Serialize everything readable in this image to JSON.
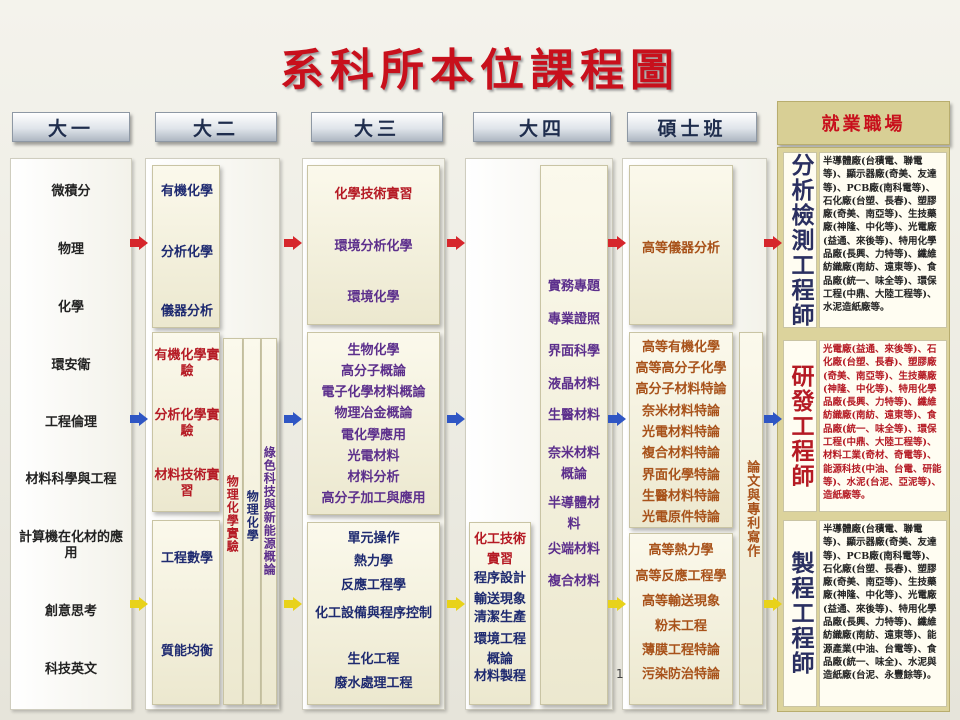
{
  "title": "系科所本位課程圖",
  "headers": {
    "y1": "大一",
    "y2": "大二",
    "y3": "大三",
    "y4": "大四",
    "master": "碩士班",
    "career": "就業職場"
  },
  "y1": [
    "微積分",
    "物理",
    "化學",
    "環安衛",
    "工程倫理",
    "材料科學與工程",
    "計算機在化材的應用",
    "創意思考",
    "科技英文"
  ],
  "y2": {
    "a": [
      "有機化學",
      "分析化學",
      "儀器分析"
    ],
    "b": [
      "有機化學實驗",
      "分析化學實驗",
      "材料技術實習"
    ],
    "c": [
      "工程數學",
      "質能均衡"
    ],
    "v1": "物理化學實驗",
    "v2": "物理化學",
    "v3": "綠色科技與新能源概論"
  },
  "y3": {
    "a": [
      "化學技術實習",
      "環境分析化學",
      "環境化學"
    ],
    "b": [
      "生物化學",
      "高分子概論",
      "電子化學材料概論",
      "物理冶金概論",
      "電化學應用",
      "光電材料",
      "材料分析",
      "高分子加工與應用"
    ],
    "c": [
      "單元操作",
      "熱力學",
      "反應工程學",
      "化工設備與程序控制",
      "生化工程",
      "廢水處理工程"
    ]
  },
  "y4": {
    "a": [
      "實務專題",
      "專業證照",
      "界面科學",
      "液晶材料",
      "生醫材料",
      "奈米材料概論",
      "半導體材料",
      "尖端材料",
      "複合材料"
    ],
    "c": [
      "化工技術實習",
      "程序設計",
      "輸送現象",
      "清潔生產",
      "環境工程概論",
      "材料製程"
    ]
  },
  "master": {
    "a": [
      "高等儀器分析"
    ],
    "b": [
      "高等有機化學",
      "高等高分子化學",
      "高分子材料特論",
      "奈米材料特論",
      "光電材料特論",
      "複合材料特論",
      "界面化學特論",
      "生醫材料特論",
      "光電原件特論"
    ],
    "c": [
      "高等熱力學",
      "高等反應工程學",
      "高等輸送現象",
      "粉末工程",
      "薄膜工程特論",
      "污染防治特論"
    ],
    "v": "論文與專利寫作"
  },
  "career": [
    {
      "title": "分析檢測工程師",
      "text": "半導體廠(台積電、聯電等)、顯示器廠(奇美、友達等)、PCB廠(南科電等)、石化廠(台塑、長春)、塑膠廠(奇美、南亞等)、生技藥廠(神隆、中化等)、光電廠(益通、來後等)、特用化學品廠(長興、力特等)、纖維紡織廠(南紡、遠東等)、食品廠(統一、味全等)、環保工程(中鼎、大陸工程等)、水泥造紙廠等。"
    },
    {
      "title": "研發工程師",
      "text": "光電廠(益通、來後等)、石化廠(台塑、長春)、塑膠廠(奇美、南亞等)、生技藥廠(神隆、中化等)、特用化學品廠(長興、力特等)、纖維紡織廠(南紡、遠東等)、食品廠(統一、味全等)、環保工程(中鼎、大陸工程等)、材料工業(奇材、奇電等)、能源科技(中油、台電、研能等)、水泥(台泥、亞泥等)、造紙廠等。"
    },
    {
      "title": "製程工程師",
      "text": "半導體廠(台積電、聯電等)、顯示器廠(奇美、友達等)、PCB廠(南科電等)、石化廠(台塑、長春)、塑膠廠(奇美、南亞等)、生技藥廠(神隆、中化等)、光電廠(益通、來後等)、特用化學品廠(長興、力特等)、纖維紡織廠(南紡、遠東等)、能源產業(中油、台電等)、食品廠(統一、味全)、水泥與造紙廠(台泥、永豐餘等)。"
    }
  ],
  "page_number": "1",
  "colors": {
    "title": "#c8101c",
    "arrow_red": "#d6262c",
    "arrow_blue": "#2f56c4",
    "arrow_yellow": "#e8d21a"
  }
}
